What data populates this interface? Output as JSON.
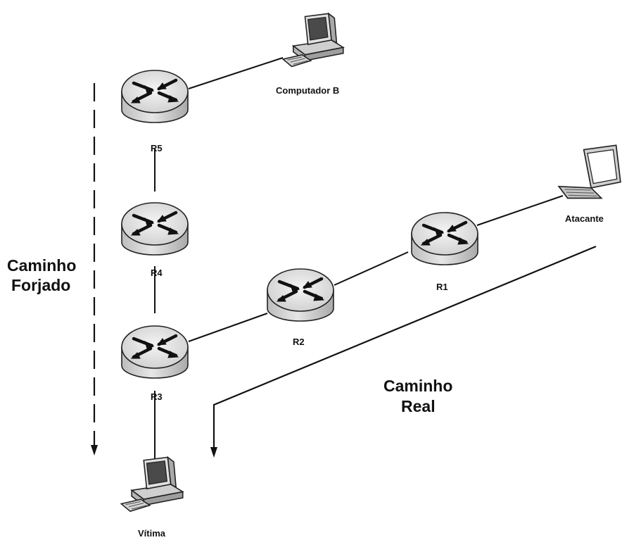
{
  "routers": {
    "r5": "R5",
    "r4": "R4",
    "r3": "R3",
    "r2": "R2",
    "r1": "R1"
  },
  "hosts": {
    "computer_b": "Computador B",
    "victim": "Vítima",
    "attacker": "Atacante"
  },
  "paths": {
    "forged_line1": "Caminho",
    "forged_line2": "Forjado",
    "real_line1": "Caminho",
    "real_line2": "Real"
  },
  "icons": {
    "router": "router-icon",
    "desktop": "desktop-computer-icon",
    "laptop": "laptop-icon"
  },
  "colors": {
    "line": "#111111",
    "router_fill": "#d9d9d9",
    "router_top": "#eeeeee"
  }
}
